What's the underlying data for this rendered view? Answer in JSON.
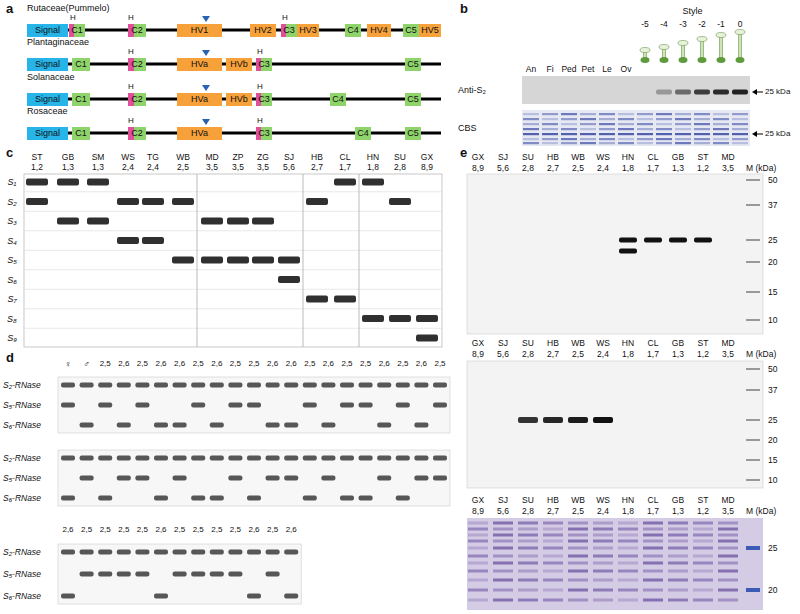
{
  "diagram": {
    "nodes": [
      {
        "text": [
          "Signal"
        ]
      },
      {
        "text": [
          "C1"
        ]
      },
      {
        "text": [
          "C2"
        ]
      },
      {
        "text": [
          "HV1"
        ]
      },
      {
        "text": [
          "HV2"
        ]
      },
      {
        "text": [
          "C3"
        ]
      },
      {
        "text": [
          "HV3"
        ]
      },
      {
        "text": [
          "C4"
        ]
      },
      {
        "text": [
          "HV4"
        ]
      },
      {
        "text": [
          "C5"
        ]
      },
      {
        "text": [
          "HV5"
        ]
      },
      {
        "text": [
          "Signal"
        ]
      },
      {
        "text": [
          "C1"
        ]
      },
      {
        "text": [
          "C2"
        ]
      },
      {
        "text": [
          "HVa"
        ]
      },
      {
        "text": [
          "HVb"
        ]
      },
      {
        "text": [
          "C3"
        ]
      },
      {
        "text": [
          "C5"
        ]
      },
      {
        "text": [
          "Signal"
        ]
      },
      {
        "text": [
          "C1"
        ]
      },
      {
        "text": [
          "C2"
        ]
      },
      {
        "text": [
          "HVa"
        ]
      },
      {
        "text": [
          "HVb"
        ]
      },
      {
        "text": [
          "C3"
        ]
      },
      {
        "text": [
          "C4"
        ]
      },
      {
        "text": [
          "C5"
        ]
      },
      {
        "text": [
          "Signal"
        ]
      },
      {
        "text": [
          "C1"
        ]
      },
      {
        "text": [
          "C2"
        ]
      },
      {
        "text": [
          "HVa"
        ]
      },
      {
        "text": [
          "C3"
        ]
      },
      {
        "text": [
          "C4"
        ]
      },
      {
        "text": [
          "C5"
        ]
      }
    ],
    "labels": [
      "a",
      "Rutaceae(Pummelo)",
      "H",
      "H",
      "H",
      "Plantaginaceae",
      "H",
      "H",
      "Solanaceae",
      "H",
      "H",
      "Rosaceae",
      "H",
      "H",
      "b",
      "Style",
      "-5",
      "-4",
      "-3",
      "-2",
      "-1",
      "0",
      "An",
      "Fi",
      "Ped",
      "Pet",
      "Le",
      "Ov",
      "Anti-S₂",
      "25 kDa",
      "CBS",
      "25 kDa",
      "c",
      "ST",
      "1,2",
      "GB",
      "1,3",
      "SM",
      "1,3",
      "WS",
      "2,4",
      "TG",
      "2,4",
      "WB",
      "2,5",
      "MD",
      "3,5",
      "ZP",
      "3,5",
      "ZG",
      "3,5",
      "SJ",
      "5,6",
      "HB",
      "2,7",
      "CL",
      "1,7",
      "HN",
      "1,8",
      "SU",
      "2,8",
      "GX",
      "8,9",
      "S₁",
      "S₂",
      "S₃",
      "S₄",
      "S₅",
      "S₆",
      "S₇",
      "S₈",
      "S₉",
      "d",
      "♀",
      "♂",
      "2,5",
      "2,6",
      "2,5",
      "2,6",
      "2,6",
      "2,5",
      "2,6",
      "2,5",
      "2,5",
      "2,6",
      "2,6",
      "2,5",
      "2,6",
      "2,5",
      "2,5",
      "2,6",
      "2,5",
      "2,6",
      "2,5",
      "S₂-RNase",
      "S₅-RNase",
      "S₆-RNase",
      "S₂-RNase",
      "S₅-RNase",
      "S₆-RNase",
      "2,6",
      "2,5",
      "2,5",
      "2,5",
      "2,5",
      "2,6",
      "2,5",
      "2,5",
      "2,5",
      "2,5",
      "2,6",
      "2,5",
      "2,6",
      "S₂-RNase",
      "S₅-RNase",
      "S₆-RNase",
      "e",
      "GX",
      "8,9",
      "SJ",
      "5,6",
      "SU",
      "2,8",
      "HB",
      "2,7",
      "WB",
      "2,5",
      "WS",
      "2,4",
      "HN",
      "1,8",
      "CL",
      "1,7",
      "GB",
      "1,3",
      "ST",
      "1,2",
      "MD",
      "3,5",
      "M (kDa)",
      "50",
      "37",
      "25",
      "20",
      "15",
      "10",
      "GX",
      "8,9",
      "SJ",
      "5,6",
      "SU",
      "2,8",
      "HB",
      "2,7",
      "WB",
      "2,5",
      "WS",
      "2,4",
      "HN",
      "1,8",
      "CL",
      "1,7",
      "GB",
      "1,3",
      "ST",
      "1,2",
      "MD",
      "3,5",
      "M (kDa)",
      "50",
      "37",
      "25",
      "20",
      "15",
      "10",
      "GX",
      "8,9",
      "SJ",
      "5,6",
      "SU",
      "2,8",
      "HB",
      "2,7",
      "WB",
      "2,5",
      "WS",
      "2,4",
      "HN",
      "1,8",
      "CL",
      "1,7",
      "GB",
      "1,3",
      "ST",
      "1,2",
      "MD",
      "3,5",
      "M (kDa)",
      "25",
      "20"
    ]
  }
}
